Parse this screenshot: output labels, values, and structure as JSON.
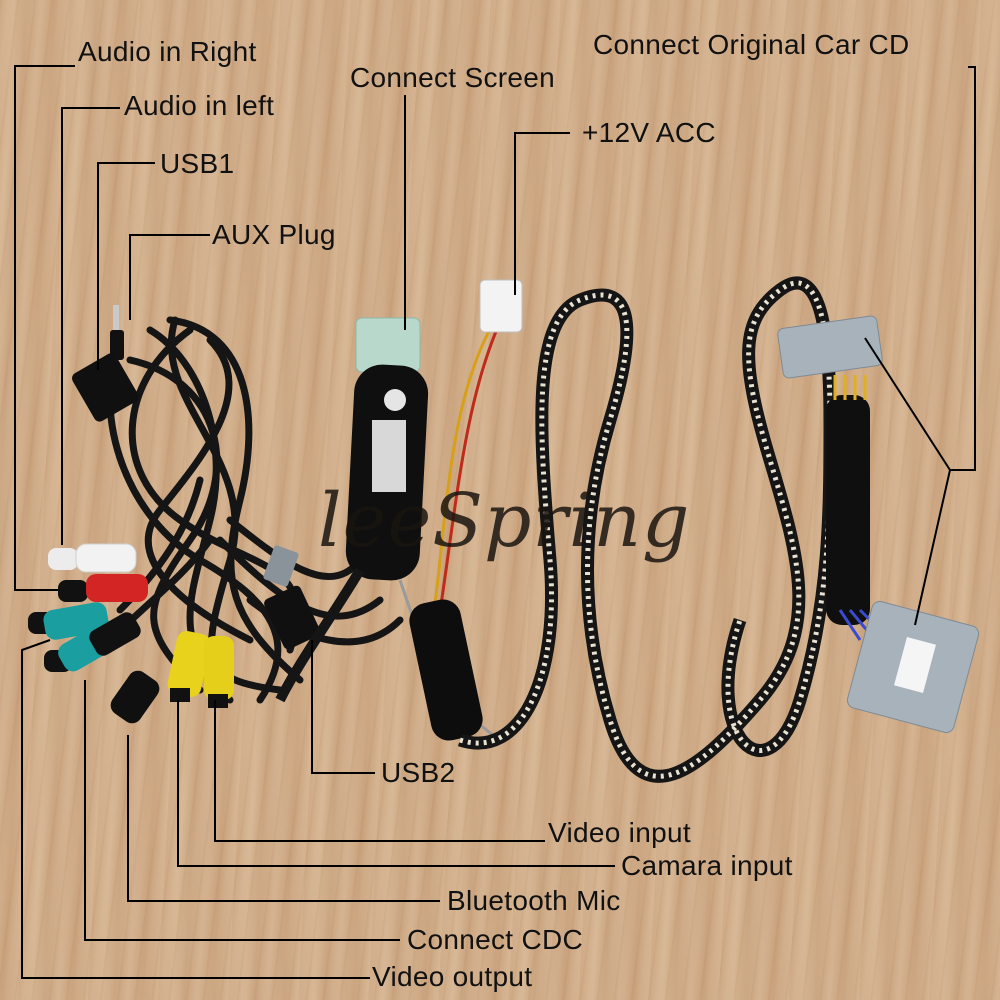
{
  "labels": {
    "audio_in_right": "Audio in Right",
    "audio_in_left": "Audio in left",
    "usb1": "USB1",
    "aux_plug": "AUX Plug",
    "connect_screen": "Connect Screen",
    "plus_12v_acc": "+12V ACC",
    "connect_original_car_cd": "Connect Original Car CD",
    "usb2": "USB2",
    "video_input": "Video input",
    "camara_input": "Camara input",
    "bluetooth_mic": "Bluetooth Mic",
    "connect_cdc": "Connect CDC",
    "video_output": "Video output"
  },
  "watermark": "leeSpring",
  "colors": {
    "background_wood": "#d1ae8a",
    "cable_black": "#151515",
    "braid_white": "#e8e2d2",
    "rca_white": "#ececec",
    "rca_red": "#d42525",
    "rca_teal": "#1b9ea0",
    "rca_yellow": "#e8d21c",
    "connector_grey": "#a8b2bb",
    "connector_mint": "#b9d8cc"
  }
}
